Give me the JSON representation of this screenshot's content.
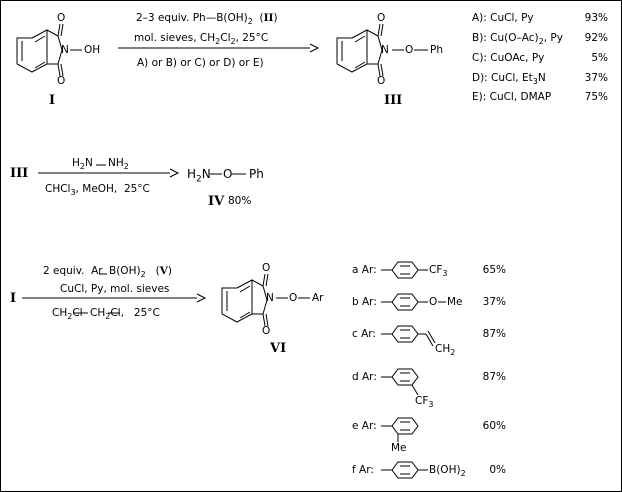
{
  "reaction1": {
    "conditions": [
      "2-3 equiv. Ph-B(OH)2 (II)",
      "mol. sieves, CH2Cl2, 25°C",
      "A) or B) or C) or D) or E)"
    ],
    "start_label": "I",
    "start_substituent": "N-OH",
    "product_label": "III",
    "product_substituent": "N-O-Ph",
    "catalysts": [
      {
        "key": "A):",
        "reagent": "CuCl, Py",
        "yield": "93%"
      },
      {
        "key": "B):",
        "reagent": "Cu(O-Ac)2, Py",
        "yield": "92%"
      },
      {
        "key": "C):",
        "reagent": "CuOAc, Py",
        "yield": "5%"
      },
      {
        "key": "D):",
        "reagent": "CuCl, Et3N",
        "yield": "37%"
      },
      {
        "key": "E):",
        "reagent": "CuCl, DMAP",
        "yield": "75%"
      }
    ]
  },
  "reaction2": {
    "start_label": "III",
    "reagent_top": "H2N-NH2",
    "reagent_bottom": "CHCl3, MeOH, 25°C",
    "product_formula": "H2N-O-Ph",
    "product_label": "IV",
    "product_yield": "80%"
  },
  "reaction3": {
    "start_label": "I",
    "conditions": [
      "2 equiv. Ar-B(OH)2 (V)",
      "CuCl, Py, mol. sieves",
      "CH2Cl-CH2Cl, 25°C"
    ],
    "product_label": "VI",
    "product_substituent": "N-O-Ar",
    "aryls": [
      {
        "key": "a Ar:",
        "substituent": "CF3",
        "yield": "65%"
      },
      {
        "key": "b Ar:",
        "substituent": "O-Me",
        "yield": "37%"
      },
      {
        "key": "c Ar:",
        "substituent": "CH2",
        "yield": "87%"
      },
      {
        "key": "d Ar:",
        "substituent": "CF3",
        "yield": "87%"
      },
      {
        "key": "e Ar:",
        "substituent": "Me",
        "yield": "60%"
      },
      {
        "key": "f Ar:",
        "substituent": "B(OH)2",
        "yield": "0%"
      }
    ]
  },
  "atoms": {
    "O": "O",
    "N": "N"
  }
}
